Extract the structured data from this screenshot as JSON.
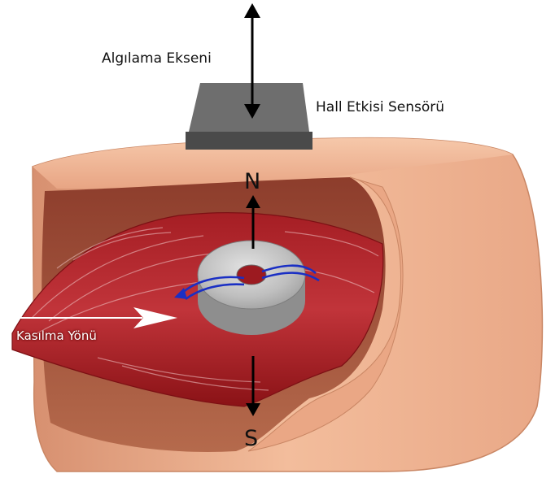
{
  "labels": {
    "sensing_axis": "Algılama Ekseni",
    "hall_sensor": "Hall Etkisi Sensörü",
    "north_pole": "N",
    "south_pole": "S",
    "contraction_direction": "Kasılma Yönü"
  },
  "colors": {
    "skin": "#f2b896",
    "skin_edge": "#c98664",
    "muscle": "#b3262b",
    "muscle_dark": "#7c1014",
    "sensor": "#5a5a5a",
    "magnet": "#bdbdbd",
    "field_lines": "#1a2fc4"
  }
}
